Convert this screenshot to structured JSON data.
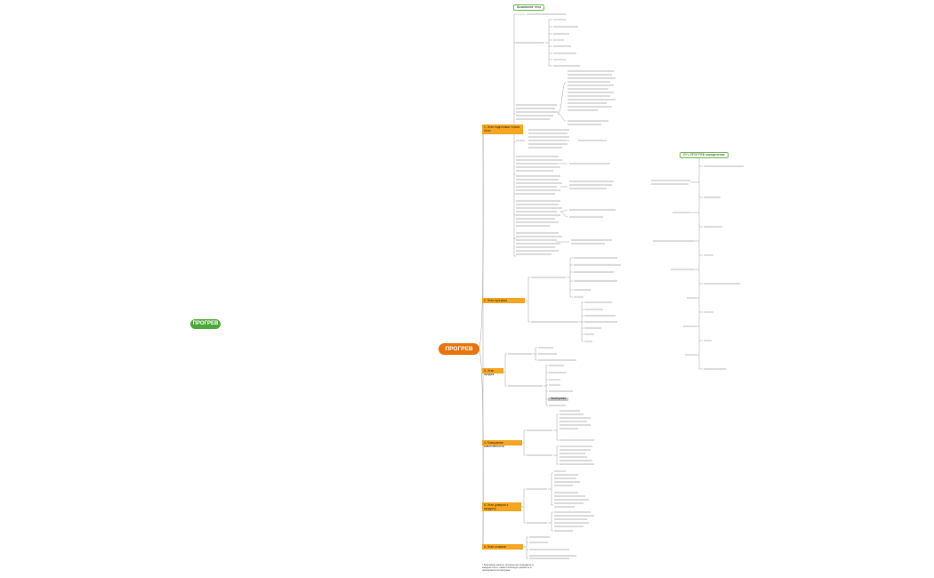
{
  "left_root": {
    "label": "ПРОГРЕВ"
  },
  "center_root": {
    "label": "ПРОГРЕВ"
  },
  "right_title": {
    "label": "ЛУЧ ПРОГРЕВ определение"
  },
  "top_tag": {
    "label": "Выживание тела"
  },
  "branches": [
    {
      "label": "1. Этап подготовки / поиск боли"
    },
    {
      "label": "2. Этап прогрева"
    },
    {
      "label": "3. Этап продаж"
    },
    {
      "label": "4. Повышение вовлечённости"
    },
    {
      "label": "5. Этап доверия к продукту"
    },
    {
      "label": "6. Этап отзывов"
    }
  ],
  "bottom_note": {
    "label": "* Ключевые мысли, которые вы передаёте в каждом посте, имеют большую ценность и повторяются в прогреве"
  },
  "highlight": {
    "label": "Экспертиза"
  },
  "colors": {
    "green": "#4fa83d",
    "orange": "#e8740c",
    "bar": "#f5a623",
    "line": "#9a9a9a"
  }
}
